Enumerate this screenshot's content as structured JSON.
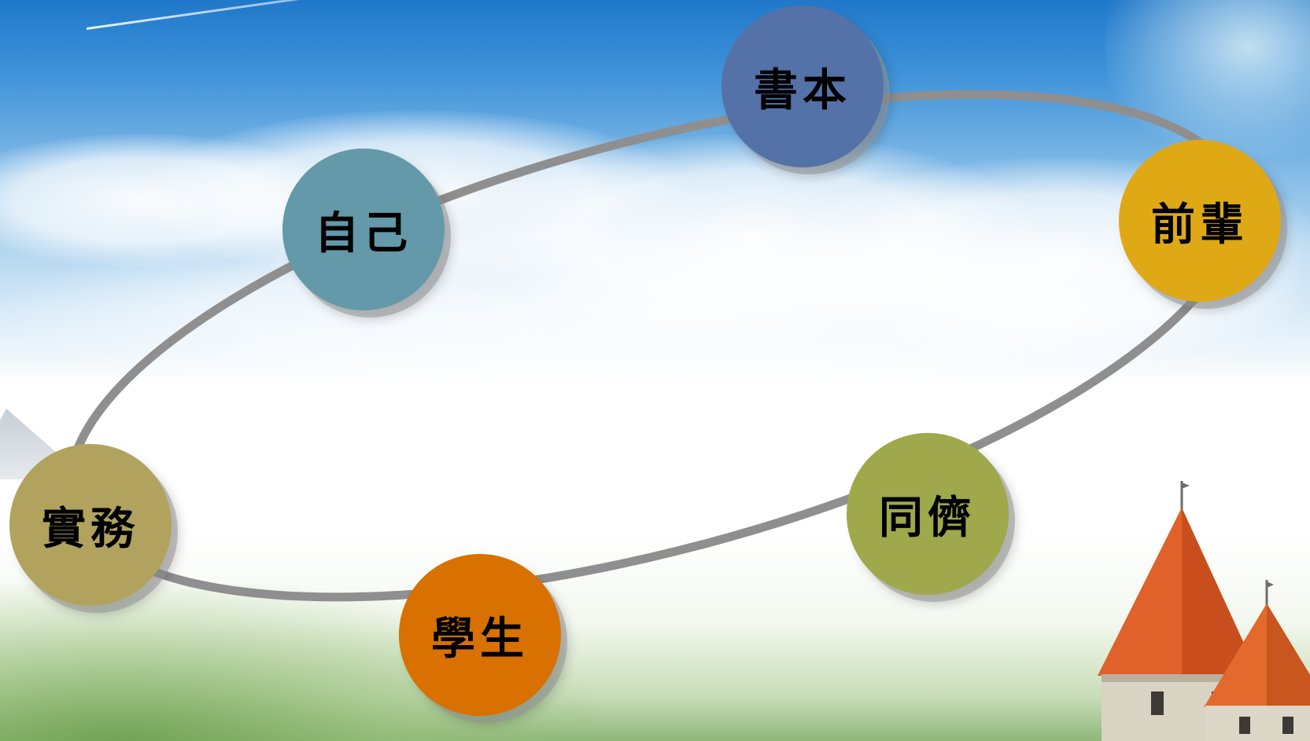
{
  "colors": {
    "ring_stroke": "#8f8f8f",
    "node_shuben": "#5472a8",
    "node_qianbei": "#dfa916",
    "node_tongji": "#9fa84a",
    "node_xuesheng": "#d87100",
    "node_shiwu": "#b1a35e",
    "node_ziji": "#6499a9"
  },
  "cycle": {
    "nodes": [
      {
        "label": "書本"
      },
      {
        "label": "前輩"
      },
      {
        "label": "同儕"
      },
      {
        "label": "學生"
      },
      {
        "label": "實務"
      },
      {
        "label": "自己"
      }
    ]
  }
}
